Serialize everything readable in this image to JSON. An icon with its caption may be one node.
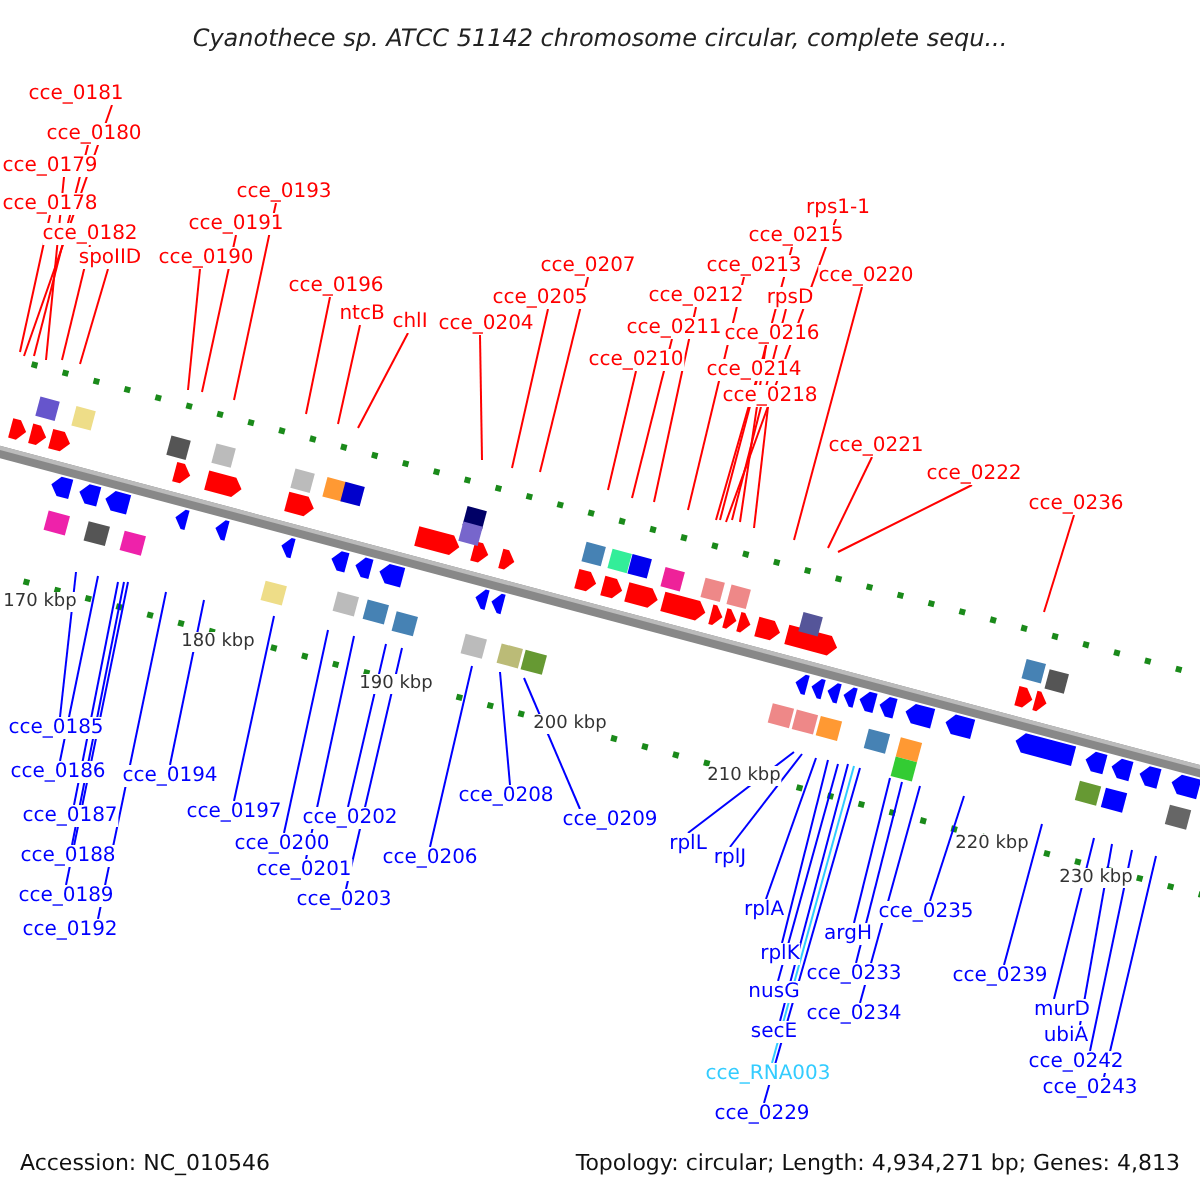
{
  "diagram": {
    "title": "Cyanothece sp. ATCC 51142 chromosome circular, complete sequ...",
    "nodes": [
      {
        "text": [
          "cce_0181"
        ]
      },
      {
        "text": [
          "cce_0180"
        ]
      },
      {
        "text": [
          "cce_0179"
        ]
      },
      {
        "text": [
          "cce_0178"
        ]
      },
      {
        "text": [
          "cce_0182"
        ]
      },
      {
        "text": [
          "spoIID"
        ]
      },
      {
        "text": [
          "cce_0190"
        ]
      },
      {
        "text": [
          "cce_0191"
        ]
      },
      {
        "text": [
          "cce_0193"
        ]
      },
      {
        "text": [
          "cce_0196"
        ]
      },
      {
        "text": [
          "ntcB"
        ]
      },
      {
        "text": [
          "chlI"
        ]
      },
      {
        "text": [
          "cce_0204"
        ]
      },
      {
        "text": [
          "cce_0205"
        ]
      },
      {
        "text": [
          "cce_0207"
        ]
      },
      {
        "text": [
          "cce_0210"
        ]
      },
      {
        "text": [
          "cce_0211"
        ]
      },
      {
        "text": [
          "cce_0212"
        ]
      },
      {
        "text": [
          "cce_0213"
        ]
      },
      {
        "text": [
          "cce_0215"
        ]
      },
      {
        "text": [
          "rps1-1"
        ]
      },
      {
        "text": [
          "rpsD"
        ]
      },
      {
        "text": [
          "cce_0216"
        ]
      },
      {
        "text": [
          "cce_0214"
        ]
      },
      {
        "text": [
          "cce_0218"
        ]
      },
      {
        "text": [
          "cce_0220"
        ]
      },
      {
        "text": [
          "cce_0221"
        ]
      },
      {
        "text": [
          "cce_0222"
        ]
      },
      {
        "text": [
          "cce_0236"
        ]
      },
      {
        "text": [
          "cce_0185"
        ]
      },
      {
        "text": [
          "cce_0186"
        ]
      },
      {
        "text": [
          "cce_0187"
        ]
      },
      {
        "text": [
          "cce_0188"
        ]
      },
      {
        "text": [
          "cce_0189"
        ]
      },
      {
        "text": [
          "cce_0192"
        ]
      },
      {
        "text": [
          "cce_0194"
        ]
      },
      {
        "text": [
          "cce_0197"
        ]
      },
      {
        "text": [
          "cce_0200"
        ]
      },
      {
        "text": [
          "cce_0201"
        ]
      },
      {
        "text": [
          "cce_0202"
        ]
      },
      {
        "text": [
          "cce_0203"
        ]
      },
      {
        "text": [
          "cce_0206"
        ]
      },
      {
        "text": [
          "cce_0208"
        ]
      },
      {
        "text": [
          "cce_0209"
        ]
      },
      {
        "text": [
          "rplL"
        ]
      },
      {
        "text": [
          "rplJ"
        ]
      },
      {
        "text": [
          "rplA"
        ]
      },
      {
        "text": [
          "rplK"
        ]
      },
      {
        "text": [
          "nusG"
        ]
      },
      {
        "text": [
          "secE"
        ]
      },
      {
        "text": [
          "cce_RNA003"
        ]
      },
      {
        "text": [
          "cce_0229"
        ]
      },
      {
        "text": [
          "argH"
        ]
      },
      {
        "text": [
          "cce_0233"
        ]
      },
      {
        "text": [
          "cce_0234"
        ]
      },
      {
        "text": [
          "cce_0235"
        ]
      },
      {
        "text": [
          "cce_0239"
        ]
      },
      {
        "text": [
          "murD"
        ]
      },
      {
        "text": [
          "ubiA"
        ]
      },
      {
        "text": [
          "cce_0242"
        ]
      },
      {
        "text": [
          "cce_0243"
        ]
      }
    ],
    "edges": [
      {
        "from": 0,
        "to": null,
        "arrow": "none",
        "color": "#ff0000"
      },
      {
        "from": 1,
        "to": null,
        "arrow": "none",
        "color": "#ff0000"
      },
      {
        "from": 2,
        "to": null,
        "arrow": "none",
        "color": "#ff0000"
      },
      {
        "from": 3,
        "to": null,
        "arrow": "none",
        "color": "#ff0000"
      },
      {
        "from": 4,
        "to": null,
        "arrow": "none",
        "color": "#ff0000"
      },
      {
        "from": 5,
        "to": null,
        "arrow": "none",
        "color": "#ff0000"
      },
      {
        "from": 6,
        "to": null,
        "arrow": "none",
        "color": "#ff0000"
      },
      {
        "from": 7,
        "to": null,
        "arrow": "none",
        "color": "#ff0000"
      },
      {
        "from": 8,
        "to": null,
        "arrow": "none",
        "color": "#ff0000"
      },
      {
        "from": 9,
        "to": null,
        "arrow": "none",
        "color": "#ff0000"
      },
      {
        "from": 10,
        "to": null,
        "arrow": "none",
        "color": "#ff0000"
      },
      {
        "from": 11,
        "to": null,
        "arrow": "none",
        "color": "#ff0000"
      },
      {
        "from": 12,
        "to": null,
        "arrow": "none",
        "color": "#ff0000"
      },
      {
        "from": 13,
        "to": null,
        "arrow": "none",
        "color": "#ff0000"
      },
      {
        "from": 14,
        "to": null,
        "arrow": "none",
        "color": "#ff0000"
      },
      {
        "from": 15,
        "to": null,
        "arrow": "none",
        "color": "#ff0000"
      },
      {
        "from": 16,
        "to": null,
        "arrow": "none",
        "color": "#ff0000"
      },
      {
        "from": 17,
        "to": null,
        "arrow": "none",
        "color": "#ff0000"
      },
      {
        "from": 18,
        "to": null,
        "arrow": "none",
        "color": "#ff0000"
      },
      {
        "from": 19,
        "to": null,
        "arrow": "none",
        "color": "#ff0000"
      },
      {
        "from": 20,
        "to": null,
        "arrow": "none",
        "color": "#ff0000"
      },
      {
        "from": 21,
        "to": null,
        "arrow": "none",
        "color": "#ff0000"
      },
      {
        "from": 22,
        "to": null,
        "arrow": "none",
        "color": "#ff0000"
      },
      {
        "from": 23,
        "to": null,
        "arrow": "none",
        "color": "#ff0000"
      },
      {
        "from": 24,
        "to": null,
        "arrow": "none",
        "color": "#ff0000"
      },
      {
        "from": 25,
        "to": null,
        "arrow": "none",
        "color": "#ff0000"
      },
      {
        "from": 26,
        "to": null,
        "arrow": "none",
        "color": "#ff0000"
      },
      {
        "from": 27,
        "to": null,
        "arrow": "none",
        "color": "#ff0000"
      },
      {
        "from": 28,
        "to": null,
        "arrow": "none",
        "color": "#ff0000"
      },
      {
        "from": 29,
        "to": null,
        "arrow": "none"
      },
      {
        "from": 30,
        "to": null,
        "arrow": "none"
      },
      {
        "from": 31,
        "to": null,
        "arrow": "none"
      },
      {
        "from": 32,
        "to": null,
        "arrow": "none"
      },
      {
        "from": 33,
        "to": null,
        "arrow": "none"
      },
      {
        "from": 34,
        "to": null,
        "arrow": "none"
      },
      {
        "from": 35,
        "to": null,
        "arrow": "none"
      },
      {
        "from": 36,
        "to": null,
        "arrow": "none"
      },
      {
        "from": 37,
        "to": null,
        "arrow": "none"
      },
      {
        "from": 38,
        "to": null,
        "arrow": "none"
      },
      {
        "from": 39,
        "to": null,
        "arrow": "none"
      },
      {
        "from": 40,
        "to": null,
        "arrow": "none"
      },
      {
        "from": 41,
        "to": null,
        "arrow": "none"
      },
      {
        "from": 42,
        "to": null,
        "arrow": "none"
      },
      {
        "from": 43,
        "to": null,
        "arrow": "none"
      },
      {
        "from": 44,
        "to": null,
        "arrow": "none"
      },
      {
        "from": 45,
        "to": null,
        "arrow": "none"
      },
      {
        "from": 46,
        "to": null,
        "arrow": "none"
      },
      {
        "from": 47,
        "to": null,
        "arrow": "none"
      },
      {
        "from": 48,
        "to": null,
        "arrow": "none"
      },
      {
        "from": 49,
        "to": null,
        "arrow": "none"
      },
      {
        "from": 50,
        "to": null,
        "arrow": "none",
        "color": "#33ccff"
      },
      {
        "from": 51,
        "to": null,
        "arrow": "none"
      },
      {
        "from": 52,
        "to": null,
        "arrow": "none"
      },
      {
        "from": 53,
        "to": null,
        "arrow": "none"
      },
      {
        "from": 54,
        "to": null,
        "arrow": "none"
      },
      {
        "from": 55,
        "to": null,
        "arrow": "none"
      },
      {
        "from": 56,
        "to": null,
        "arrow": "none"
      },
      {
        "from": 57,
        "to": null,
        "arrow": "none"
      },
      {
        "from": 58,
        "to": null,
        "arrow": "none"
      },
      {
        "from": 59,
        "to": null,
        "arrow": "none"
      },
      {
        "from": 60,
        "to": null,
        "arrow": "none"
      }
    ],
    "labels": [
      "170 kbp",
      "180 kbp",
      "190 kbp",
      "200 kbp",
      "210 kbp",
      "220 kbp",
      "230 kbp",
      "Accession: NC_010546",
      "Topology: circular; Length: 4,934,271 bp; Genes: 4,813"
    ]
  }
}
